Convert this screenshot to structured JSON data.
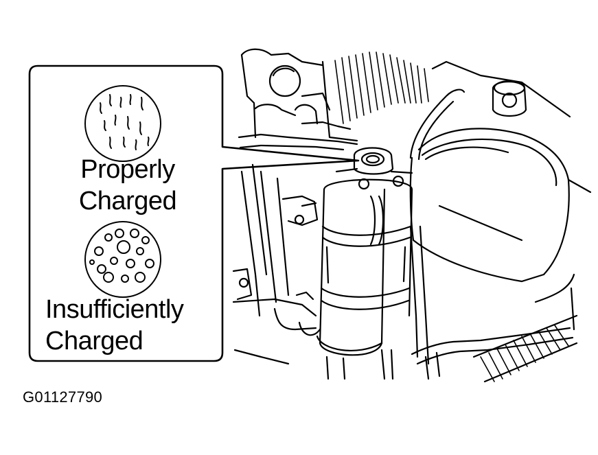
{
  "callout": {
    "properly_line1": "Properly",
    "properly_line2": "Charged",
    "insufficient_line1": "Insufficiently",
    "insufficient_line2": "Charged"
  },
  "figure_code": "G01127790",
  "colors": {
    "ink": "#000000",
    "paper": "#ffffff"
  }
}
